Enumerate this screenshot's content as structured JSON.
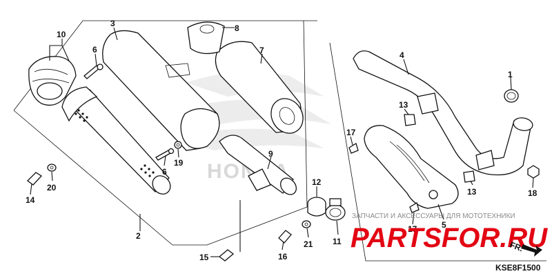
{
  "diagram": {
    "callouts": {
      "c1": "1",
      "c2": "2",
      "c3": "3",
      "c4": "4",
      "c5": "5",
      "c6a": "6",
      "c6b": "6",
      "c7": "7",
      "c8": "8",
      "c9": "9",
      "c10": "10",
      "c11": "11",
      "c12": "12",
      "c13a": "13",
      "c13b": "13",
      "c14": "14",
      "c15": "15",
      "c16": "16",
      "c17a": "17",
      "c17b": "17",
      "c18": "18",
      "c19": "19",
      "c20": "20",
      "c21": "21"
    },
    "diagram_code": "KSE8F1500",
    "direction_label": "FR."
  },
  "watermark": {
    "brand": "PARTSFOR.RU",
    "tagline": "ЗАПЧАСТИ И АКСЕССУАРЫ ДЛЯ МОТОТЕХНИКИ",
    "background_brand": "HONDA",
    "colors": {
      "brand_red": "#e30613",
      "tagline_gray": "#8a8a8a",
      "honda_gray": "#c8c8c8"
    }
  }
}
